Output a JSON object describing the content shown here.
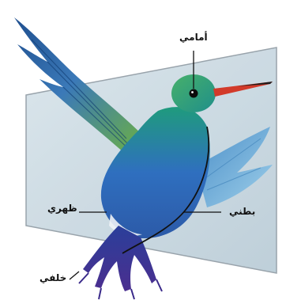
{
  "labels": {
    "anterior": "أمامي",
    "dorsal": "ظهري",
    "ventral": "بطني",
    "posterior": "خلفي"
  }
}
